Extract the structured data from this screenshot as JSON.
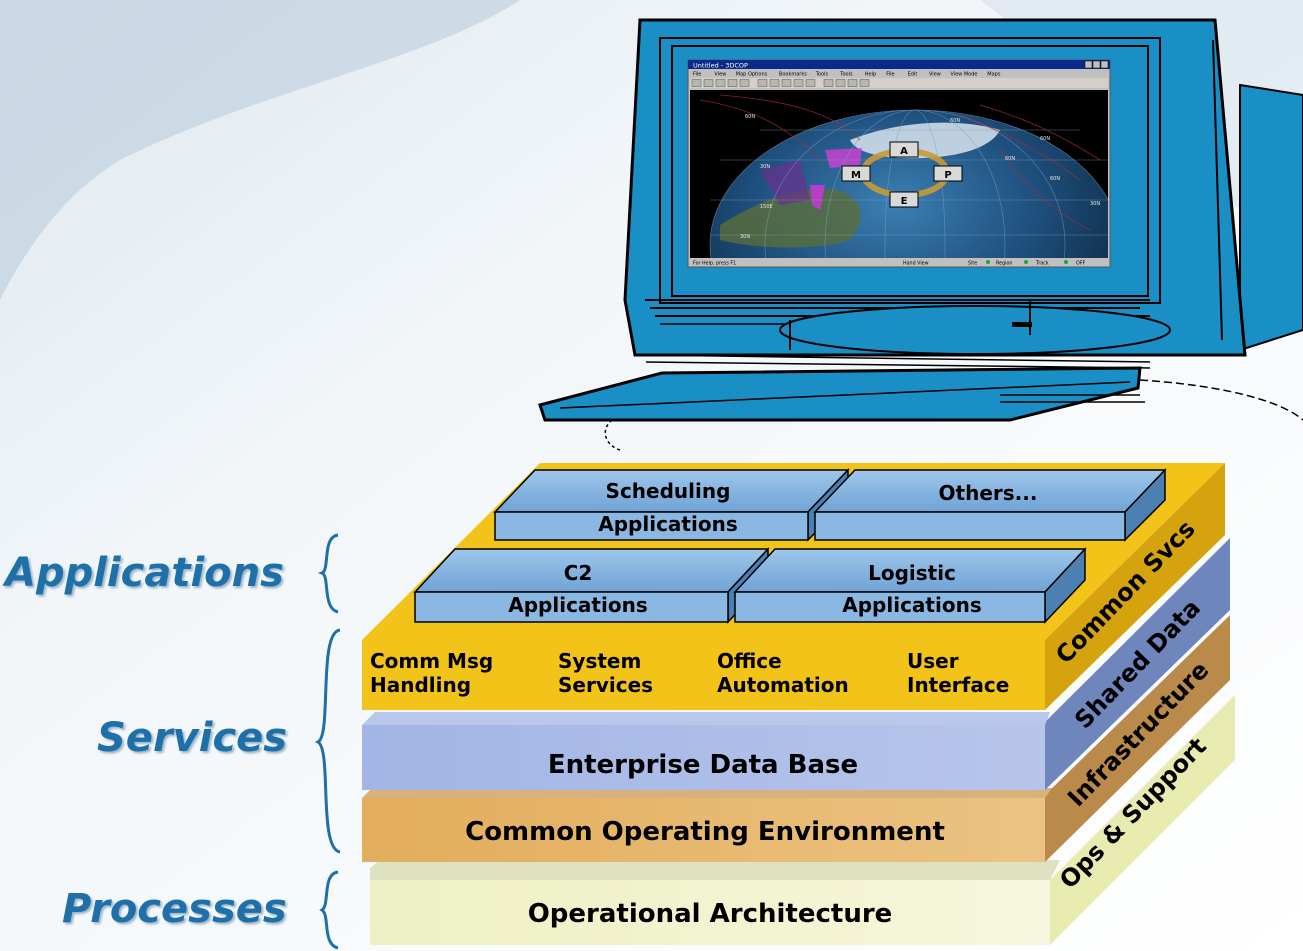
{
  "screen": {
    "window_title": "Untitled - 3DCOP",
    "menu": [
      "File",
      "View",
      "Map Options",
      "Bookmarks",
      "Tools",
      "Tools",
      "Help",
      "File",
      "Edit",
      "View",
      "View Mode",
      "Maps"
    ],
    "status_left": "For Help, press F1",
    "status_mid": "Hand View",
    "status_site": "Site",
    "status_region": "Region",
    "status_track": "Track",
    "status_end": "OFF",
    "boxes": {
      "a": "A",
      "m": "M",
      "p": "P",
      "e": "E"
    },
    "map_labels": [
      "60N",
      "60N",
      "60N",
      "30N",
      "30N",
      "30N",
      "150E",
      "60N",
      "60N"
    ]
  },
  "brackets": {
    "applications": "Applications",
    "services": "Services",
    "processes": "Processes"
  },
  "apps": {
    "scheduling_top": "Scheduling",
    "scheduling_bottom": "Applications",
    "others_top": "Others...",
    "c2_top": "C2",
    "c2_bottom": "Applications",
    "logistic_top": "Logistic",
    "logistic_bottom": "Applications"
  },
  "services": {
    "comm_1": "Comm Msg",
    "comm_2": "Handling",
    "sys_1": "System",
    "sys_2": "Services",
    "office_1": "Office",
    "office_2": "Automation",
    "user_1": "User",
    "user_2": "Interface"
  },
  "layers": {
    "database": "Enterprise Data Base",
    "coe": "Common Operating Environment",
    "opar": "Operational Architecture"
  },
  "side": {
    "common_svcs": "Common Svcs",
    "shared_data": "Shared Data",
    "infrastructure": "Infrastructure",
    "ops_support": "Ops & Support"
  },
  "colors": {
    "apps_layer": "#f2c318",
    "database_layer": "#a7b9e8",
    "coe_layer": "#e1b064",
    "opar_layer": "#f1f1c6",
    "monitor": "#1a8fc6",
    "label_blue": "#1f6fa8"
  }
}
